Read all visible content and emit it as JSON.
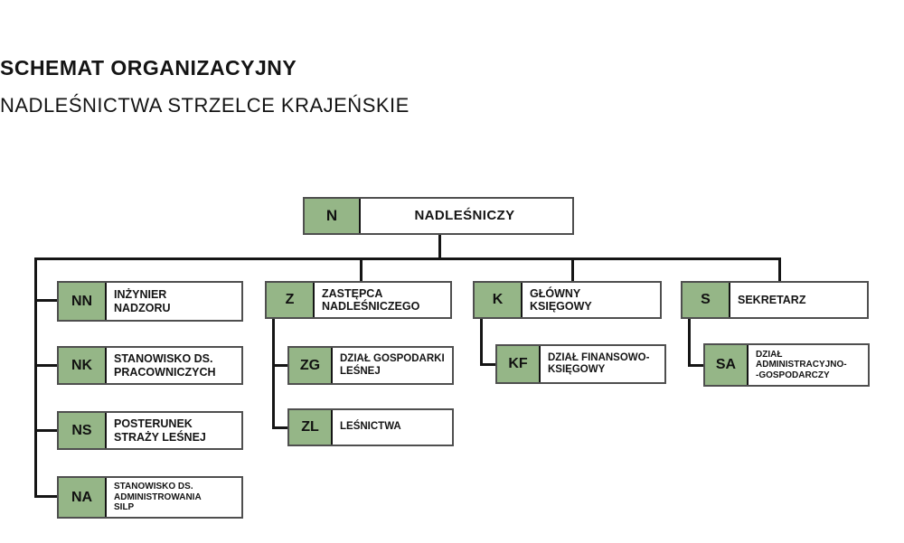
{
  "title": {
    "line1": "SCHEMAT ORGANIZACYJNY",
    "line2": "NADLEŚNICTWA STRZELCE KRAJEŃSKIE"
  },
  "colors": {
    "code_box_green": "#95b687",
    "box_border_gray": "#4f4f4f",
    "connector_black": "#151515",
    "background": "#ffffff"
  },
  "nodes": {
    "n": {
      "code": "N",
      "label": "NADLEŚNICZY"
    },
    "nn": {
      "code": "NN",
      "label": "INŻYNIER\nNADZORU"
    },
    "nk": {
      "code": "NK",
      "label": "STANOWISKO DS.\nPRACOWNICZYCH"
    },
    "ns": {
      "code": "NS",
      "label": "POSTERUNEK\nSTRAŻY LEŚNEJ"
    },
    "na": {
      "code": "NA",
      "label": "STANOWISKO DS.\nADMINISTROWANIA\nSILP"
    },
    "z": {
      "code": "Z",
      "label": "ZASTĘPCA\nNADLEŚNICZEGO"
    },
    "zg": {
      "code": "ZG",
      "label": "DZIAŁ GOSPODARKI\nLEŚNEJ"
    },
    "zl": {
      "code": "ZL",
      "label": "LEŚNICTWA"
    },
    "k": {
      "code": "K",
      "label": "GŁÓWNY\nKSIĘGOWY"
    },
    "kf": {
      "code": "KF",
      "label": "DZIAŁ FINANSOWO-\nKSIĘGOWY"
    },
    "s": {
      "code": "S",
      "label": "SEKRETARZ"
    },
    "sa": {
      "code": "SA",
      "label": "DZIAŁ\nADMINISTRACYJNO-\n-GOSPODARCZY"
    }
  },
  "hierarchy": {
    "N": [
      "NN",
      "NK",
      "NS",
      "NA",
      "Z",
      "K",
      "S"
    ],
    "Z": [
      "ZG",
      "ZL"
    ],
    "K": [
      "KF"
    ],
    "S": [
      "SA"
    ]
  }
}
